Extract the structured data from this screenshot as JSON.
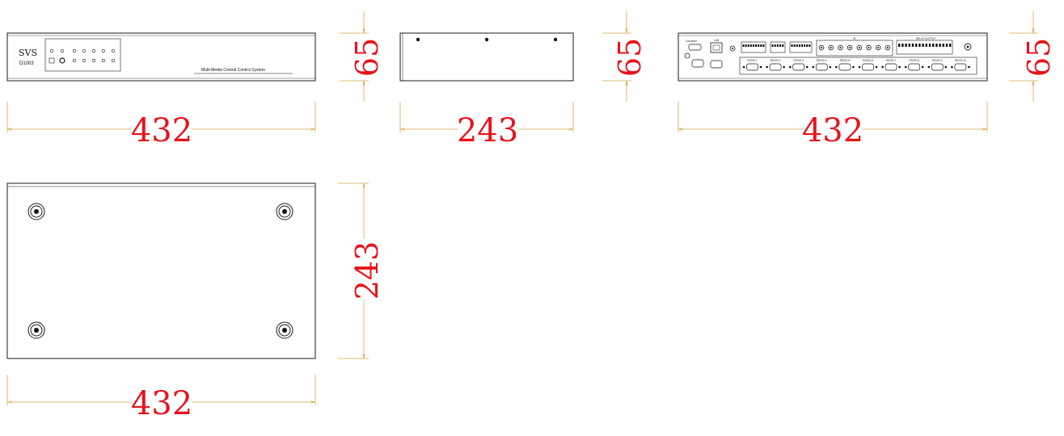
{
  "colors": {
    "dimension_line": "#d9a64a",
    "dimension_text": "#e8121a",
    "outline": "#1a1a1a"
  },
  "front_view": {
    "brand": "SVS",
    "model": "D1003",
    "product_label": "Multi-Media Central Control System",
    "width": "432",
    "height": "65"
  },
  "side_view": {
    "depth": "243",
    "height": "65"
  },
  "rear_view": {
    "width": "432",
    "height": "65",
    "labels": {
      "computer": "Computer",
      "lan": "LAN",
      "ir": "IR",
      "relay_output": "RELAY OUTPUT"
    },
    "ports": [
      "RS232-1",
      "RS232-2",
      "RS232-3",
      "RS232-4",
      "RS232-5",
      "RS232-6",
      "RS232-7",
      "RS232-8",
      "RS232-9",
      "RS232-10"
    ]
  },
  "bottom_view": {
    "width": "432",
    "depth": "243"
  }
}
